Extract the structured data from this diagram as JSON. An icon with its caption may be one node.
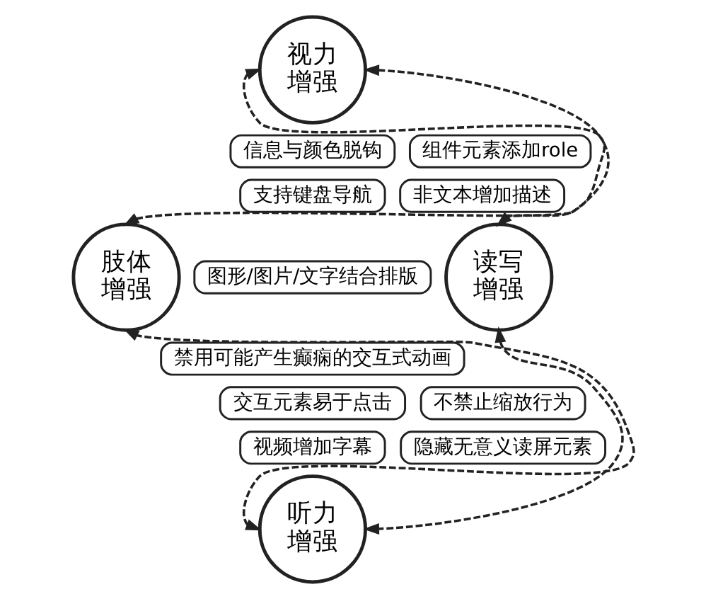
{
  "diagram": {
    "nodes": [
      {
        "text": [
          "视力增强"
        ]
      },
      {
        "text": [
          "信息与颜色脱钩"
        ]
      },
      {
        "text": [
          "组件元素添加role"
        ]
      },
      {
        "text": [
          "支持键盘导航"
        ]
      },
      {
        "text": [
          "非文本增加描述"
        ]
      },
      {
        "text": [
          "肢体增强"
        ]
      },
      {
        "text": [
          "图形/图片/文字结合排版"
        ]
      },
      {
        "text": [
          "读写增强"
        ]
      },
      {
        "text": [
          "禁用可能产生癫痫的交互式动画"
        ]
      },
      {
        "text": [
          "交互元素易于点击"
        ]
      },
      {
        "text": [
          "不禁止缩放行为"
        ]
      },
      {
        "text": [
          "视频增加字幕"
        ]
      },
      {
        "text": [
          "隐藏无意义读屏元素"
        ]
      },
      {
        "text": [
          "听力增强"
        ]
      }
    ],
    "edges": [
      {
        "from": 0,
        "to": 7,
        "arrow": "both",
        "style": "dashed"
      },
      {
        "from": 7,
        "to": 13,
        "arrow": "both",
        "style": "dashed"
      },
      {
        "from": 13,
        "to": 5,
        "arrow": "both",
        "style": "dashed"
      },
      {
        "from": 5,
        "to": 0,
        "arrow": "both",
        "style": "dashed"
      }
    ]
  }
}
